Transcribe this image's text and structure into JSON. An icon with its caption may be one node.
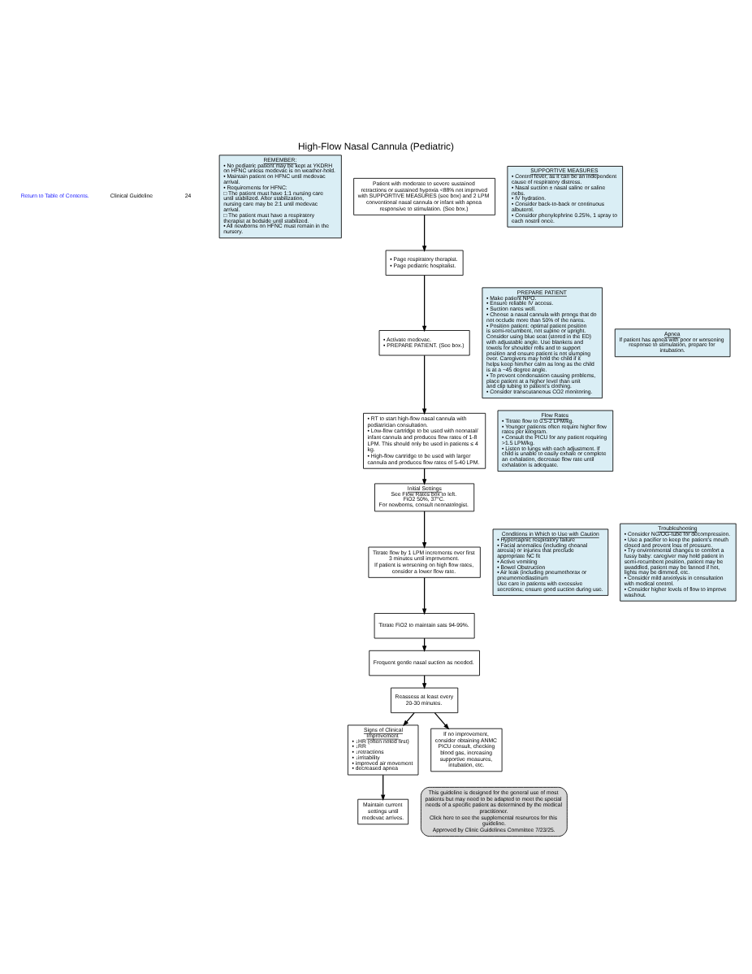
{
  "diagram": {
    "title": "High-Flow Nasal Cannula (Pediatric)",
    "nodes": [
      {
        "text": [
          "REMEMBER:",
          "• No pediatric patient may be kept at YKDRH on HFNC unless medevac is on weather-hold.",
          "• Maintain patient on HFNC until medevac arrival.",
          "• Requirements for HFNC:",
          "□ The patient must have 1:1 nursing care until stabilized. After stabilization, nursing care may be 2:1 until medevac arrival.",
          "□ The patient must have a respiratory therapist at bedside until stabilized.",
          "• All newborns on HFNC must remain in the nursery."
        ]
      },
      {
        "text": [
          "Patient with moderate to severe sustained retractions or sustained hypoxia <88% not improved with SUPPORTIVE MEASURES (see box) and 2 LPM conventional nasal cannula or infant with apnea responsive to stimulation. (See box.)"
        ]
      },
      {
        "text": [
          "SUPPORTIVE MEASURES",
          "• Control fever, as it can be an independent cause of respiratory distress.",
          "• Nasal suction ± nasal saline or saline nebs.",
          "• IV hydration.",
          "• Consider back-to-back or continuous albuterol.",
          "• Consider phenylephrine 0.25%, 1 spray to each nostril once."
        ]
      },
      {
        "text": [
          "• Page respiratory therapist.",
          "• Page pediatric hospitalist."
        ]
      },
      {
        "text": [
          "• Activate medevac.",
          "• PREPARE PATIENT. (See box.)"
        ]
      },
      {
        "text": [
          "PREPARE PATIENT",
          "• Make patient NPO.",
          "• Ensure reliable IV access.",
          "• Suction nares well.",
          "• Choose a nasal cannula with prongs that do not occlude more than 50% of the nares.",
          "• Position patient: optimal patient position is semi-recumbent, not supine or upright. Consider using blue seat (stored in the ED) with adjustable angle. Use blankets and towels for shoulder rolls and to support position and ensure patient is not slumping over. Caregivers may hold the child if it helps keep him/her calm as long as the child is at a ~45 degree angle.",
          "• To prevent condensation causing problems, place patient at a higher level than unit and clip tubing to patient's clothing.",
          "• Consider transcutaneous CO2 monitoring."
        ]
      },
      {
        "text": [
          "Apnea",
          "If patient has apnea with poor or worsening response to stimulation, prepare for intubation."
        ]
      },
      {
        "text": [
          "• RT to start high-flow nasal cannula with pediatrician consultation.",
          "• Low-flow cartridge to be used with neonatal/ infant cannula and produces flow rates of 1-8 LPM. This should only be used in patients ≤ 4 kg.",
          "• High-flow cartridge to be used with larger cannula and produces flow rates of 5-40 LPM."
        ]
      },
      {
        "text": [
          "Flow Rates",
          "• Titrate flow to 0.5-2 LPM/kg.",
          "• Younger patients often require higher flow rates per kilogram.",
          "• Consult the PICU for any patient requiring >1.5 LPM/kg.",
          "• Listen to lungs with each adjustment. If child is unable to easily exhale or complete an exhalation, decrease flow rate until exhalation is adequate."
        ]
      },
      {
        "text": [
          "Initial Settings",
          "See Flow Rates box to left.",
          "FiO2 50%, 37°C.",
          "For newborns, consult neonatologist."
        ]
      },
      {
        "text": [
          "Titrate flow by 1 LPM increments over first 3 minutes until improvement.",
          "If patient is worsening on high flow rates, consider a lower flow rate."
        ]
      },
      {
        "text": [
          "Conditions in Which to Use with Caution",
          "• Hypercapnic respiratory failure",
          "• Facial anomalies (including choanal atresia) or injuries that preclude appropriate NC fit",
          "• Active vomiting",
          "• Bowel Obstruction",
          "• Air leak (including pneumothorax or pneumomediastinum",
          "Use care in patients with excessive secretions; ensure good suction during use."
        ]
      },
      {
        "text": [
          "Troubleshooting",
          "• Consider NG/OG-tube for decompression.",
          "• Use a pacifier to keep the patient's mouth closed and prevent loss of pressure.",
          "• Try environmental changes to comfort a fussy baby: caregiver may hold patient in semi-recumbent position, patient may be swaddled, patient may be fanned if hot, lights may be dimmed, etc.",
          "• Consider mild anxiolysis in consultation with medical control.",
          "• Consider higher levels of flow to improve washout."
        ]
      },
      {
        "text": [
          "Titrate FiO2 to maintain sats 94-99%."
        ]
      },
      {
        "text": [
          "Frequent gentle nasal suction as needed."
        ]
      },
      {
        "text": [
          "Reassess at least every 20-30 minutes."
        ]
      },
      {
        "text": [
          "Signs of Clinical Improvement",
          "• ↓HR (often noted first)",
          "• ↓RR",
          "• ↓retractions",
          "• ↓irritability",
          "• improved air movement",
          "• decreased apnea"
        ]
      },
      {
        "text": [
          "If no improvement, consider obtaining ANMC PICU consult, checking blood gas, increasing supportive measures, intubation, etc."
        ]
      },
      {
        "text": [
          "Maintain current settings until medevac arrives."
        ]
      },
      {
        "text": [
          "This guideline is designed for the general use of most patients but may need to be adapted to meet the special needs of a specific patient as determined by the medical practitioner.",
          "Click here to see the supplemental resources for this guideline.",
          "Approved by Clinic Guidelines Committee 7/23/25."
        ]
      }
    ],
    "edges": [
      {
        "from": 1,
        "to": 3,
        "arrow": "to"
      },
      {
        "from": 3,
        "to": 4,
        "arrow": "to"
      },
      {
        "from": 4,
        "to": 7,
        "arrow": "to"
      },
      {
        "from": 7,
        "to": 9,
        "arrow": "to"
      },
      {
        "from": 9,
        "to": 10,
        "arrow": "to"
      },
      {
        "from": 10,
        "to": 13,
        "arrow": "to"
      },
      {
        "from": 13,
        "to": 14,
        "arrow": "to"
      },
      {
        "from": 14,
        "to": 15,
        "arrow": "to"
      },
      {
        "from": 15,
        "to": 16,
        "arrow": "to"
      },
      {
        "from": 15,
        "to": 17,
        "arrow": "to"
      },
      {
        "from": 16,
        "to": 18,
        "arrow": "to"
      }
    ],
    "labels": [
      "Return to Table of Contents.",
      "Clinical Guideline",
      "24"
    ]
  }
}
